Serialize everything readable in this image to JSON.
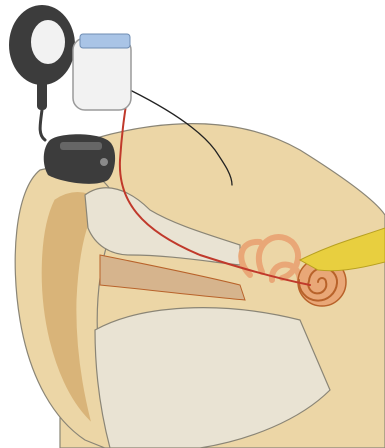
{
  "figure": {
    "subject": "cochlear-implant-illustration",
    "labels": []
  },
  "components": [
    {
      "id": "transmitter-coil"
    },
    {
      "id": "speech-processor"
    },
    {
      "id": "microphone-battery-unit"
    },
    {
      "id": "electrode-lead"
    },
    {
      "id": "outer-ear"
    },
    {
      "id": "ear-canal"
    },
    {
      "id": "cochlea"
    },
    {
      "id": "semicircular-canals"
    },
    {
      "id": "auditory-nerve"
    },
    {
      "id": "mastoid-bone"
    }
  ],
  "colors": {
    "background": "#ffffff",
    "skin": "#ecd6a6",
    "skin_shadow": "#d9b479",
    "bone": "#e9e3d3",
    "bone_edge": "#8a8576",
    "canal": "#d6b48d",
    "cochlea": "#e9a777",
    "cochlea_line": "#b8622a",
    "nerve": "#e8cf3f",
    "lead_wire": "#c0392b",
    "device_dark": "#3c3c3c",
    "device_light": "#f2f2f2",
    "coil_blue": "#a9c4e6"
  }
}
